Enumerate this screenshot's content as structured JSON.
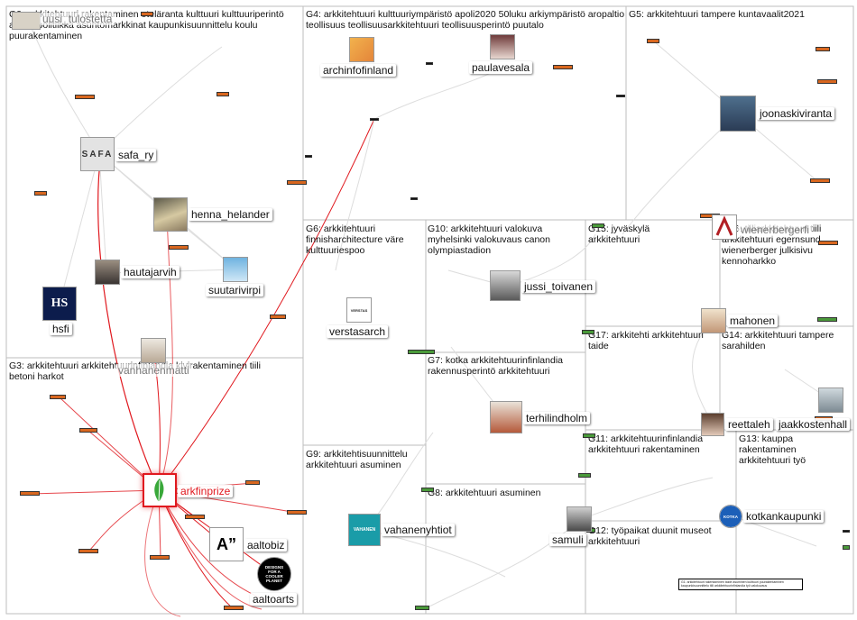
{
  "groups": [
    {
      "id": "G2",
      "title": "G2: arkkitehtuuri rakentaminen eteläranta kulttuuri kulttuuriperintö asuntopolitiikka asuntomarkkinat kaupunkisuunnittelu koulu puurakentaminen"
    },
    {
      "id": "G4",
      "title": "G4: arkkitehtuuri kulttuuriympäristö apoli2020 50luku arkiympäristö aropaltio teollisuus teollisuusarkkitehtuuri teollisuusperintö puutalo"
    },
    {
      "id": "G5",
      "title": "G5: arkkitehtuuri tampere kuntavaalit2021"
    },
    {
      "id": "G3",
      "title": "G3: arkkitehtuuri arkkitehtuurinfinlandia kivirakentaminen tiili betoni harkot"
    },
    {
      "id": "G6",
      "title": "G6: arkkitehtuuri finnisharchitecture väre kulttuuriespoo"
    },
    {
      "id": "G10",
      "title": "G10: arkkitehtuuri valokuva myhelsinki valokuvaus canon olympiastadion"
    },
    {
      "id": "G15",
      "title": "G15: jyväskylä arkkitehtuuri"
    },
    {
      "id": "G16",
      "title": "G16: tiiliarkkitehtuuri tiili arkkitehtuuri egernsund wienerberger julkisivu kennoharkko"
    },
    {
      "id": "G17",
      "title": "G17: arkkitehti arkkitehtuuri taide"
    },
    {
      "id": "G14",
      "title": "G14: arkkitehtuuri tampere sarahilden"
    },
    {
      "id": "G7",
      "title": "G7: kotka arkkitehtuurinfinlandia rakennusperintö arkkitehtuuri"
    },
    {
      "id": "G11",
      "title": "G11: arkkitehtuurinfinlandia arkkitehtuuri rakentaminen"
    },
    {
      "id": "G13",
      "title": "G13: kauppa rakentaminen arkkitehtuuri työ"
    },
    {
      "id": "G9",
      "title": "G9: arkkitehtisuunnittelu arkkitehtuuri asuminen"
    },
    {
      "id": "G8",
      "title": "G8: arkkitehtuuri asuminen"
    },
    {
      "id": "G12",
      "title": "G12: työpaikat duunit museot arkkitehtuuri"
    }
  ],
  "nodes": [
    {
      "id": "uusi_tulostetta",
      "label": "uusi_tulostetta"
    },
    {
      "id": "safa_ry",
      "label": "safa_ry",
      "logo": "SAFA"
    },
    {
      "id": "henna_helander",
      "label": "henna_helander"
    },
    {
      "id": "hautajarvih",
      "label": "hautajarvih"
    },
    {
      "id": "suutarivirpi",
      "label": "suutarivirpi"
    },
    {
      "id": "hsfi",
      "label": "hsfi",
      "logo": "HS"
    },
    {
      "id": "vanhanenmatti",
      "label": "vanhanenmatti"
    },
    {
      "id": "arkfinprize",
      "label": "arkfinprize"
    },
    {
      "id": "aaltobiz",
      "label": "aaltobiz",
      "logo": "A”"
    },
    {
      "id": "aaltoarts",
      "label": "aaltoarts",
      "logo": "DESIGNS FOR A COOLER PLANET"
    },
    {
      "id": "archinfofinland",
      "label": "archinfofinland"
    },
    {
      "id": "paulavesala",
      "label": "paulavesala"
    },
    {
      "id": "joonaskiviranta",
      "label": "joonaskiviranta"
    },
    {
      "id": "vienerbergerfi",
      "label": "wienerbergerfi"
    },
    {
      "id": "verstasarch",
      "label": "verstasarch",
      "logo": "VERSTAS"
    },
    {
      "id": "jussi_toivanen",
      "label": "jussi_toivanen"
    },
    {
      "id": "mahonen",
      "label": "mahonen"
    },
    {
      "id": "terhilindholm",
      "label": "terhilindholm"
    },
    {
      "id": "reettaleh",
      "label": "reettaleh"
    },
    {
      "id": "jaakkostenhall",
      "label": "jaakkostenhall"
    },
    {
      "id": "vahanenyhtiot",
      "label": "vahanenyhtiot",
      "logo": "VAHANEN"
    },
    {
      "id": "samuli",
      "label": "samuli"
    },
    {
      "id": "kotkankaupunki",
      "label": "kotkankaupunki",
      "logo": "KOTKA"
    }
  ],
  "legend_text": "G1: arkkitehtuuri rakentaminen taide asuminen kulttuuri puurakentaminen kaupunkisuunnittelu tiili arkkitehtuurinfinlandia työ valokuvaus",
  "colors": {
    "edge_red": "#e0191f",
    "edge_gray": "#cccccc",
    "grid": "#bdbdbd",
    "mini_orange": "#d9671f",
    "mini_green": "#4a9a3a"
  }
}
